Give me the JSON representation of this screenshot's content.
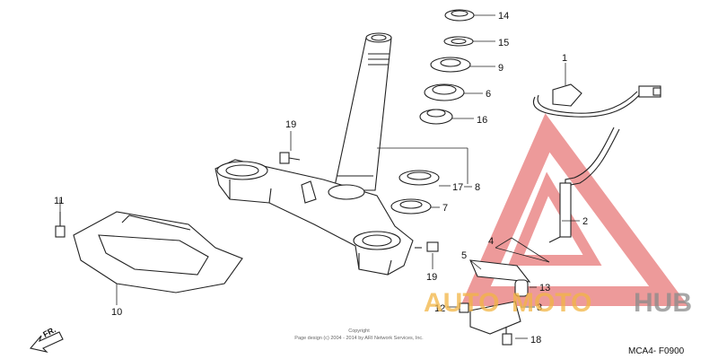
{
  "parts": [
    {
      "number": "1"
    },
    {
      "number": "2"
    },
    {
      "number": "3"
    },
    {
      "number": "4"
    },
    {
      "number": "5"
    },
    {
      "number": "6"
    },
    {
      "number": "7"
    },
    {
      "number": "8"
    },
    {
      "number": "9"
    },
    {
      "number": "10"
    },
    {
      "number": "11"
    },
    {
      "number": "12"
    },
    {
      "number": "13"
    },
    {
      "number": "14"
    },
    {
      "number": "15"
    },
    {
      "number": "16"
    },
    {
      "number": "17"
    },
    {
      "number": "18"
    },
    {
      "number": "19"
    },
    {
      "number": "19"
    }
  ],
  "direction": {
    "label": "FR."
  },
  "copyright": {
    "line1": "Copyright",
    "line2": "Page design (c) 2004 - 2014 by ARI Network Services, Inc."
  },
  "diagram_code": "MCA4- F0900",
  "watermark": {
    "text_auto": "AUTO",
    "text_moto": "MOTO",
    "text_hub": "HUB",
    "color_red": "#e04848",
    "color_orange": "#f2b544",
    "color_gray": "#8a8a8a"
  }
}
